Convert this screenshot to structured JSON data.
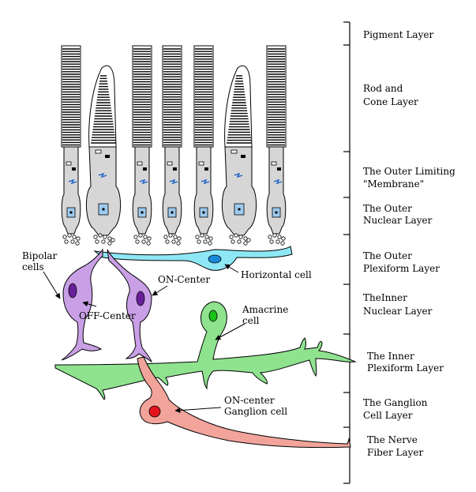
{
  "layers": [
    {
      "id": "pigment",
      "lines": [
        "Pigment Layer"
      ]
    },
    {
      "id": "rod-cone",
      "lines": [
        "Rod and",
        "Cone Layer"
      ]
    },
    {
      "id": "outer-limiting",
      "lines": [
        "The Outer Limiting",
        "\"Membrane\""
      ]
    },
    {
      "id": "outer-nuclear",
      "lines": [
        "The Outer",
        "Nuclear Layer"
      ]
    },
    {
      "id": "outer-plexiform",
      "lines": [
        "The Outer",
        "Plexiform Layer"
      ]
    },
    {
      "id": "inner-nuclear",
      "lines": [
        "TheInner",
        "Nuclear Layer"
      ]
    },
    {
      "id": "inner-plexiform",
      "lines": [
        "The Inner",
        "Plexiform Layer"
      ]
    },
    {
      "id": "ganglion-layer",
      "lines": [
        "The Ganglion",
        "Cell Layer"
      ]
    },
    {
      "id": "nerve-fiber",
      "lines": [
        "The Nerve",
        "Fiber Layer"
      ]
    }
  ],
  "cells": {
    "bipolar": [
      "Bipolar",
      "cells"
    ],
    "on_center": "ON-Center",
    "off_center": "OFF-Center",
    "horizontal": "Horizontal cell",
    "amacrine": [
      "Amacrine",
      "cell"
    ],
    "ganglion": [
      "ON-center",
      "Ganglion cell"
    ]
  },
  "colors": {
    "photoreceptor": "#d6d6d6",
    "photoreceptor_nucleus": "#9ecbf0",
    "bipolar": "#c9a0e6",
    "bipolar_nucleus": "#6a1f9a",
    "horizontal": "#8ee7f5",
    "horizontal_nucleus": "#1a87d8",
    "amacrine": "#8fe38f",
    "amacrine_nucleus": "#19c219",
    "ganglion": "#f2a49a",
    "ganglion_nucleus": "#e3141c"
  }
}
